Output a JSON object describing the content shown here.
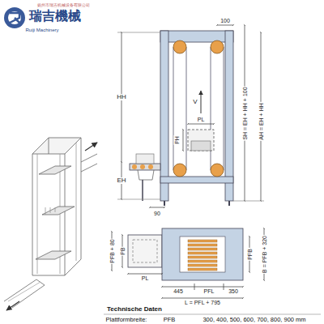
{
  "diagram": {
    "labels": [
      "瑞吉機械",
      "Ruiji Machinery",
      "扬州市瑞吉机械设备有限公司",
      "100",
      "HH",
      "V",
      "PL",
      "PH",
      "SH = EH + HH + 100",
      "AH = EH + HH",
      "EH",
      "90",
      "PFB + 80",
      "PB",
      "PL",
      "PFB",
      "B = PFB + 320",
      "445",
      "PFL",
      "350",
      "L = PFL + 795",
      "Technische Daten",
      "Plattformbreite:",
      "PFB",
      "300, 400, 500, 600, 700, 800, 900 mm"
    ]
  }
}
